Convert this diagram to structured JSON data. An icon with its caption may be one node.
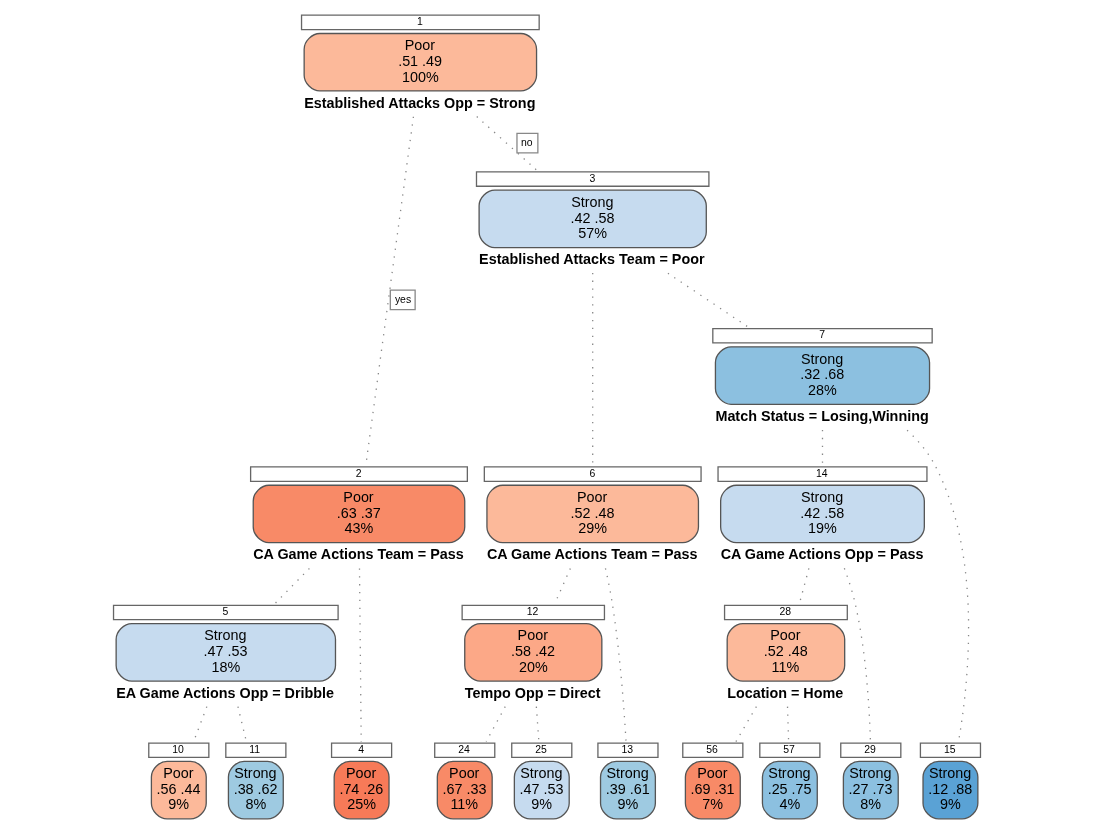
{
  "diagram": {
    "nodes": [
      {
        "text": [
          "1",
          "Poor",
          ".51 .49",
          "100%"
        ],
        "beside": [
          "Established Attacks Opp = Strong"
        ]
      },
      {
        "text": [
          "2",
          "Poor",
          ".63 .37",
          "43%"
        ],
        "beside": [
          "CA Game Actions Team = Pass"
        ]
      },
      {
        "text": [
          "3",
          "Strong",
          ".42 .58",
          "57%"
        ],
        "beside": [
          "Established Attacks Team = Poor"
        ]
      },
      {
        "text": [
          "5",
          "Strong",
          ".47 .53",
          "18%"
        ],
        "beside": [
          "EA Game Actions Opp = Dribble"
        ]
      },
      {
        "text": [
          "6",
          "Poor",
          ".52 .48",
          "29%"
        ],
        "beside": [
          "CA Game Actions Team = Pass"
        ]
      },
      {
        "text": [
          "7",
          "Strong",
          ".32 .68",
          "28%"
        ],
        "beside": [
          "Match Status = Losing,Winning"
        ]
      },
      {
        "text": [
          "12",
          "Poor",
          ".58 .42",
          "20%"
        ],
        "beside": [
          "Tempo Opp = Direct"
        ]
      },
      {
        "text": [
          "14",
          "Strong",
          ".42 .58",
          "19%"
        ],
        "beside": [
          "CA Game Actions Opp = Pass"
        ]
      },
      {
        "text": [
          "28",
          "Poor",
          ".52 .48",
          "11%"
        ],
        "beside": [
          "Location = Home"
        ]
      },
      {
        "text": [
          "4",
          "Poor",
          ".74 .26",
          "25%"
        ]
      },
      {
        "text": [
          "10",
          "Poor",
          ".56 .44",
          "9%"
        ]
      },
      {
        "text": [
          "11",
          "Strong",
          ".38 .62",
          "8%"
        ]
      },
      {
        "text": [
          "24",
          "Poor",
          ".67 .33",
          "11%"
        ]
      },
      {
        "text": [
          "25",
          "Strong",
          ".47 .53",
          "9%"
        ]
      },
      {
        "text": [
          "13",
          "Strong",
          ".39 .61",
          "9%"
        ]
      },
      {
        "text": [
          "56",
          "Poor",
          ".69 .31",
          "7%"
        ]
      },
      {
        "text": [
          "57",
          "Strong",
          ".25 .75",
          "4%"
        ]
      },
      {
        "text": [
          "29",
          "Strong",
          ".27 .73",
          "8%"
        ]
      },
      {
        "text": [
          "15",
          "Strong",
          ".12 .88",
          "9%"
        ]
      }
    ],
    "edges": [
      {
        "from": 0,
        "to": 1,
        "arrow": "none",
        "style": "dashed",
        "label": "yes"
      },
      {
        "from": 0,
        "to": 2,
        "arrow": "none",
        "style": "dashed",
        "label": "no"
      },
      {
        "from": 1,
        "to": 9,
        "arrow": "none",
        "style": "dashed"
      },
      {
        "from": 1,
        "to": 3,
        "arrow": "none",
        "style": "dashed"
      },
      {
        "from": 3,
        "to": 10,
        "arrow": "none",
        "style": "dashed"
      },
      {
        "from": 3,
        "to": 11,
        "arrow": "none",
        "style": "dashed"
      },
      {
        "from": 2,
        "to": 4,
        "arrow": "none",
        "style": "dashed"
      },
      {
        "from": 2,
        "to": 5,
        "arrow": "none",
        "style": "dashed"
      },
      {
        "from": 4,
        "to": 6,
        "arrow": "none",
        "style": "dashed"
      },
      {
        "from": 4,
        "to": 14,
        "arrow": "none",
        "style": "dashed"
      },
      {
        "from": 6,
        "to": 12,
        "arrow": "none",
        "style": "dashed"
      },
      {
        "from": 6,
        "to": 13,
        "arrow": "none",
        "style": "dashed"
      },
      {
        "from": 5,
        "to": 7,
        "arrow": "none",
        "style": "dashed"
      },
      {
        "from": 5,
        "to": 18,
        "arrow": "none",
        "style": "dashed"
      },
      {
        "from": 7,
        "to": 8,
        "arrow": "none",
        "style": "dashed"
      },
      {
        "from": 7,
        "to": 17,
        "arrow": "none",
        "style": "dashed"
      },
      {
        "from": 8,
        "to": 15,
        "arrow": "none",
        "style": "dashed"
      },
      {
        "from": 8,
        "to": 16,
        "arrow": "none",
        "style": "dashed"
      }
    ]
  }
}
